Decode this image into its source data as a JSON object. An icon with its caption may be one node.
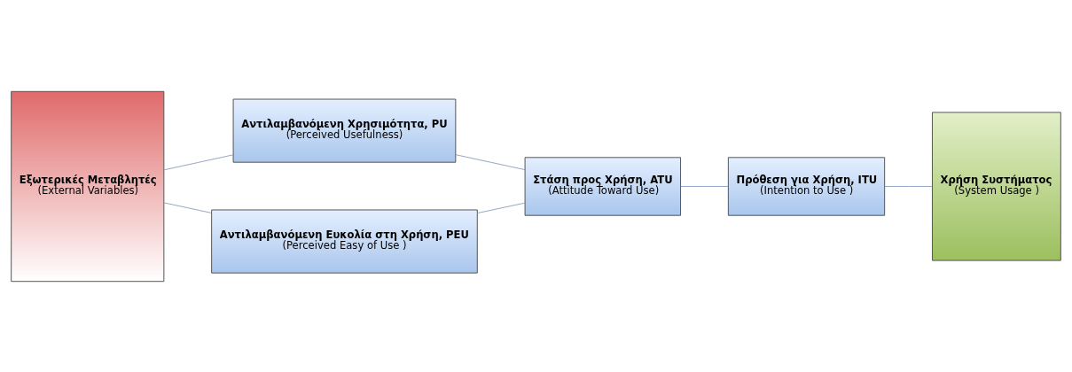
{
  "diagram": {
    "nodes": [
      {
        "text": [
          "Εξωτερικές Μεταβλητές",
          "(External Variables)"
        ]
      },
      {
        "text": [
          "Αντιλαμβανόμενη Χρησιμότητα, PU",
          "(Perceived Usefulness)"
        ]
      },
      {
        "text": [
          "Αντιλαμβανόμενη Ευκολία στη Χρήση, PEU",
          "(Perceived Easy of Use )"
        ]
      },
      {
        "text": [
          "Στάση προς Χρήση, ATU",
          "(Attitude Toward Use)"
        ]
      },
      {
        "text": [
          "Πρόθεση για Χρήση, ITU",
          "(Intention to Use )"
        ]
      },
      {
        "text": [
          "Χρήση Συστήματος",
          "(System Usage )"
        ]
      }
    ],
    "edges": [
      {
        "from": 0,
        "to": 1,
        "arrow": "none"
      },
      {
        "from": 0,
        "to": 2,
        "arrow": "none"
      },
      {
        "from": 1,
        "to": 3,
        "arrow": "none"
      },
      {
        "from": 2,
        "to": 3,
        "arrow": "none"
      },
      {
        "from": 3,
        "to": 4,
        "arrow": "none"
      },
      {
        "from": 4,
        "to": 5,
        "arrow": "none"
      }
    ]
  }
}
